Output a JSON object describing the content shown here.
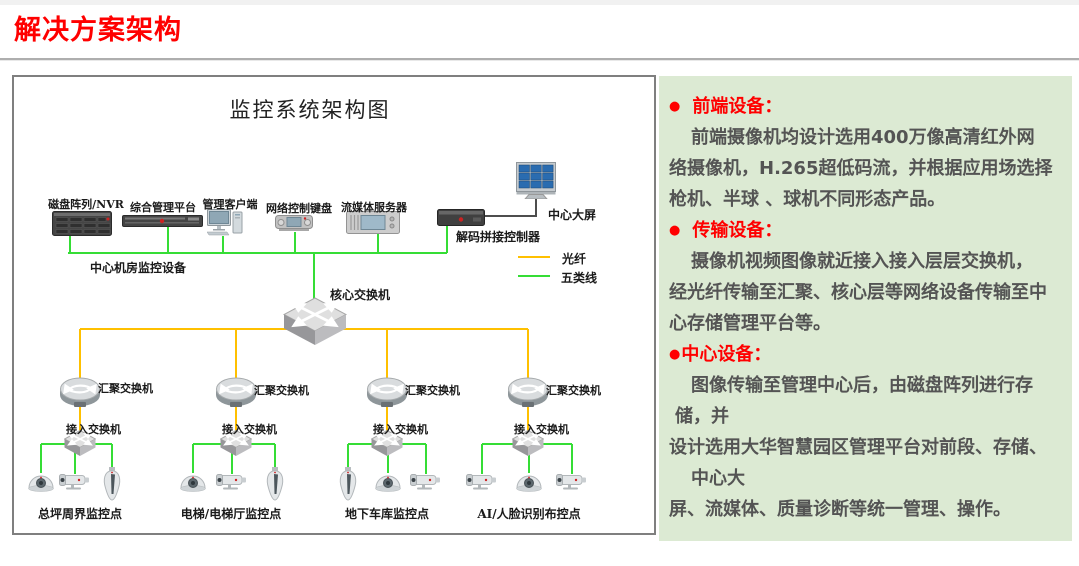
{
  "header": {
    "title": "解决方案架构"
  },
  "diagram": {
    "title": "监控系统架构图",
    "top_devices": [
      {
        "label": "磁盘阵列/NVR"
      },
      {
        "label": "综合管理平台"
      },
      {
        "label": "管理客户端"
      },
      {
        "label": "网络控制键盘"
      },
      {
        "label": "流媒体服务器"
      }
    ],
    "decoder_label": "解码拼接控制器",
    "big_screen_label": "中心大屏",
    "machine_room_label": "中心机房监控设备",
    "core_switch_label": "核心交换机",
    "agg_switch_label": "汇聚交换机",
    "access_switch_label": "接入交换机",
    "legend": [
      {
        "label": "光纤",
        "color": "#FFC000"
      },
      {
        "label": "五类线",
        "color": "#35DD35"
      }
    ],
    "camera_groups": [
      {
        "label": "总坪周界监控点"
      },
      {
        "label": "电梯/电梯厅监控点"
      },
      {
        "label": "地下车库监控点"
      },
      {
        "label": "AI/人脸识别布控点"
      }
    ],
    "colors": {
      "fiber": "#FFC000",
      "cat5": "#35DD35",
      "dark_link": "#4d4d4d"
    }
  },
  "panel": {
    "background": "#dcead3",
    "heading_color": "#ff0000",
    "body_color": "#545454",
    "sections": [
      {
        "bullet": "●",
        "heading": "前端设备：",
        "lines": [
          {
            "text": "前端摄像机均设计选用400万像高清红外网"
          },
          {
            "text": "络摄像机，H.265超低码流，并根据应用场选择"
          },
          {
            "text": "枪机、半球 、球机不同形态产品。"
          }
        ]
      },
      {
        "bullet": "●",
        "heading": "传输设备：",
        "lines": [
          {
            "text": "摄像机视频图像就近接入接入层层交换机，"
          },
          {
            "text": "经光纤传输至汇聚、核心层等网络设备传输至中"
          },
          {
            "text": "心存储管理平台等。"
          }
        ]
      },
      {
        "bullet": "●",
        "heading": "中心设备：",
        "lines": [
          {
            "text": "图像传输至管理中心后，由磁盘阵列进行存"
          },
          {
            "text": "储，并"
          },
          {
            "text": "设计选用大华智慧园区管理平台对前段、存储、"
          },
          {
            "text": "中心大"
          },
          {
            "text": "屏、流媒体、质量诊断等统一管理、操作。"
          }
        ]
      }
    ]
  }
}
